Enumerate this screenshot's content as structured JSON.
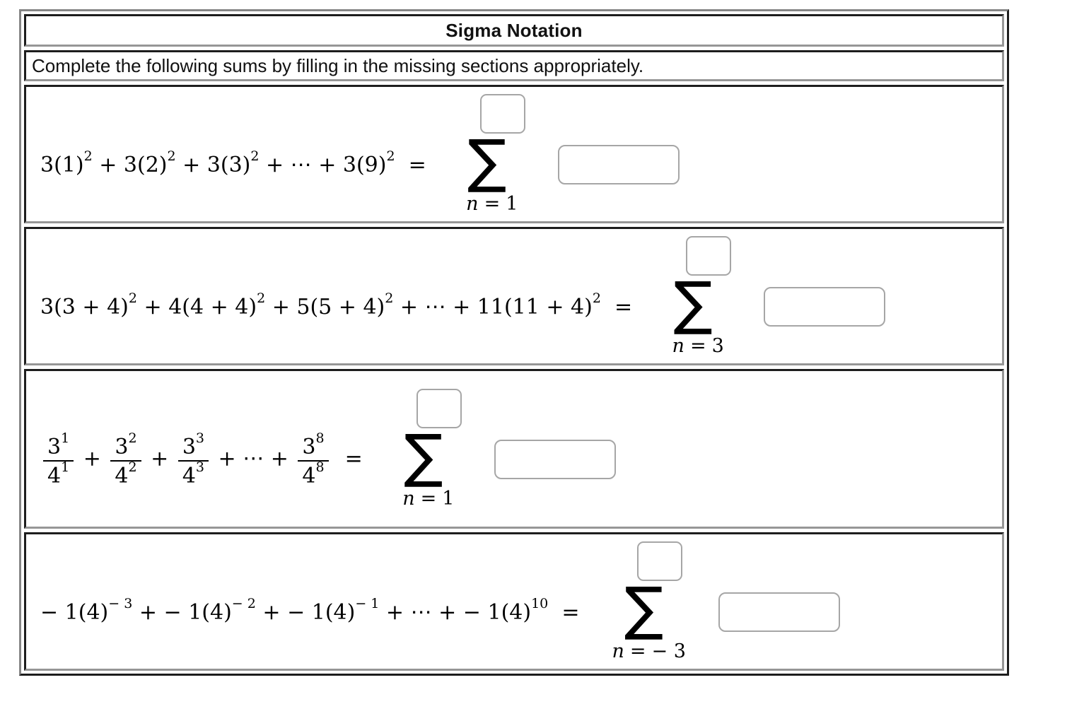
{
  "colors": {
    "frame_gray": "#868686",
    "frame_gray2": "#969696",
    "frame_dark": "#1d1d1d",
    "input_border": "#a6a6a6"
  },
  "header": {
    "title": "Sigma Notation"
  },
  "instruction": "Complete the following sums by filling in the missing sections appropriately.",
  "rows": [
    {
      "expression": [
        {
          "t": "3(1)"
        },
        {
          "sup": "2"
        },
        {
          "t": " + 3(2)"
        },
        {
          "sup": "2"
        },
        {
          "t": " + 3(3)"
        },
        {
          "sup": "2"
        },
        {
          "t": " + ⋯ + 3(9)"
        },
        {
          "sup": "2"
        },
        {
          "t": "  ="
        }
      ],
      "sigma": "∑",
      "upper_limit_value": "",
      "lower": {
        "var": "n",
        "rel": "=",
        "value": "1"
      },
      "answer_value": ""
    },
    {
      "expression": [
        {
          "t": "3(3 + 4)"
        },
        {
          "sup": "2"
        },
        {
          "t": " + 4(4 + 4)"
        },
        {
          "sup": "2"
        },
        {
          "t": " + 5(5 + 4)"
        },
        {
          "sup": "2"
        },
        {
          "t": " + ⋯ + 11(11 + 4)"
        },
        {
          "sup": "2"
        },
        {
          "t": "  ="
        }
      ],
      "sigma": "∑",
      "upper_limit_value": "",
      "lower": {
        "var": "n",
        "rel": "=",
        "value": "3"
      },
      "answer_value": ""
    },
    {
      "expression": [
        {
          "frac": {
            "n": "3",
            "ns": "1",
            "d": "4",
            "ds": "1"
          }
        },
        {
          "t": " + "
        },
        {
          "frac": {
            "n": "3",
            "ns": "2",
            "d": "4",
            "ds": "2"
          }
        },
        {
          "t": " + "
        },
        {
          "frac": {
            "n": "3",
            "ns": "3",
            "d": "4",
            "ds": "3"
          }
        },
        {
          "t": " + ⋯ + "
        },
        {
          "frac": {
            "n": "3",
            "ns": "8",
            "d": "4",
            "ds": "8"
          }
        },
        {
          "t": "  ="
        }
      ],
      "sigma": "∑",
      "upper_limit_value": "",
      "lower": {
        "var": "n",
        "rel": "=",
        "value": "1"
      },
      "answer_value": ""
    },
    {
      "expression": [
        {
          "t": "− 1(4)"
        },
        {
          "sup": "− 3"
        },
        {
          "t": " + − 1(4)"
        },
        {
          "sup": "− 2"
        },
        {
          "t": " + − 1(4)"
        },
        {
          "sup": "− 1"
        },
        {
          "t": " + ⋯ + − 1(4)"
        },
        {
          "sup": "10"
        },
        {
          "t": "  ="
        }
      ],
      "sigma": "∑",
      "upper_limit_value": "",
      "lower": {
        "var": "n",
        "rel": "=",
        "value": "− 3"
      },
      "answer_value": ""
    }
  ]
}
